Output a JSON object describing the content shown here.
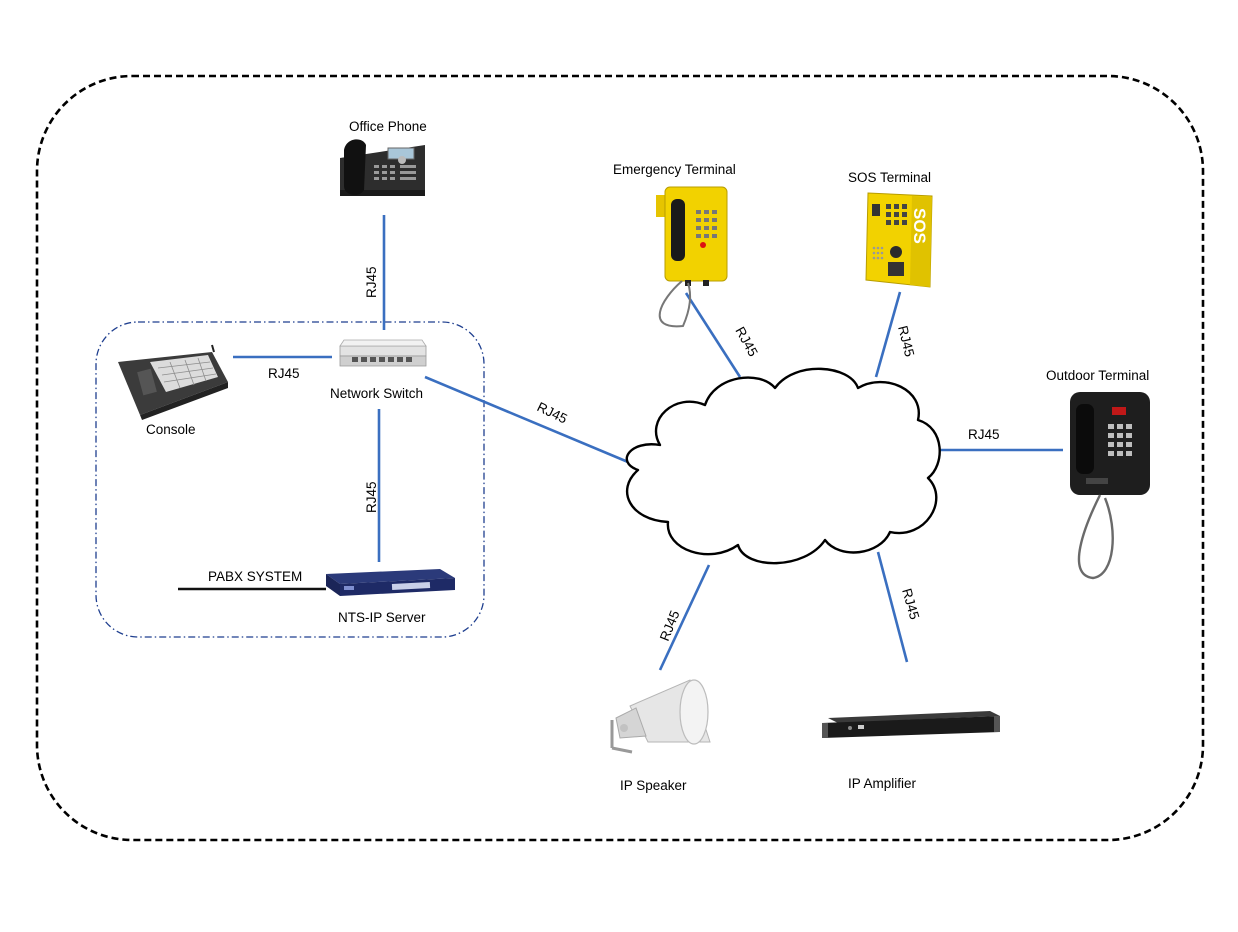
{
  "diagram": {
    "nodes": {
      "office_phone": "Office Phone",
      "console": "Console",
      "network_switch": "Network Switch",
      "nts_server": "NTS-IP Server",
      "pabx": "PABX SYSTEM",
      "emergency_terminal": "Emergency Terminal",
      "sos_terminal": "SOS Terminal",
      "outdoor_terminal": "Outdoor Terminal",
      "ip_speaker": "IP Speaker",
      "ip_amplifier": "IP Amplifier"
    },
    "sos_text": "SOS",
    "links": {
      "office_switch": "RJ45",
      "console_switch": "RJ45",
      "switch_server": "RJ45",
      "switch_cloud": "RJ45",
      "emergency_cloud": "RJ45",
      "sos_cloud": "RJ45",
      "outdoor_cloud": "RJ45",
      "speaker_cloud": "RJ45",
      "amplifier_cloud": "RJ45"
    },
    "colors": {
      "link": "#3a6fc0",
      "yellow_terminal": "#f2d200",
      "boundary": "#000000",
      "inner_boundary": "#1f3f8f"
    }
  }
}
